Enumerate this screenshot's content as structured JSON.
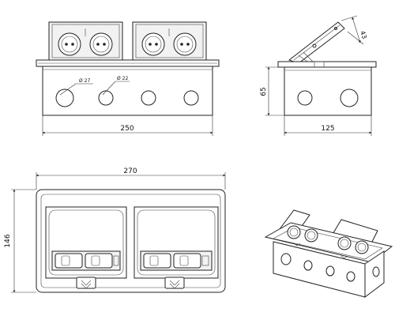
{
  "drawing": {
    "front_view": {
      "width_dim": "250",
      "hole_a_dim": "Ø 27",
      "hole_b_dim": "Ø 22"
    },
    "side_view": {
      "height_dim": "65",
      "depth_dim": "125",
      "lid_dim": "43"
    },
    "top_view": {
      "width_dim": "270",
      "height_dim": "146"
    }
  }
}
